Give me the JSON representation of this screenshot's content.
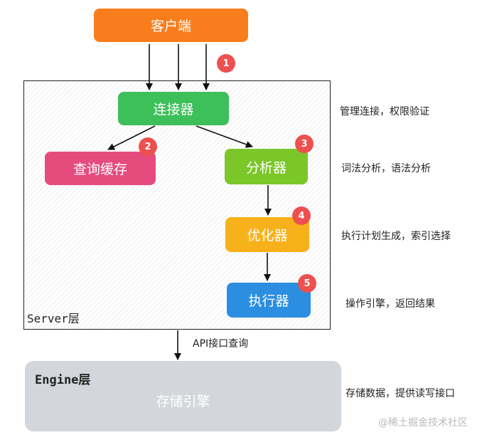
{
  "client": {
    "label": "客户端"
  },
  "server": {
    "label": "Server层",
    "connector": {
      "label": "连接器",
      "badge": "1",
      "note": "管理连接，权限验证"
    },
    "cache": {
      "label": "查询缓存",
      "badge": "2"
    },
    "analyzer": {
      "label": "分析器",
      "badge": "3",
      "note": "词法分析，语法分析"
    },
    "optimizer": {
      "label": "优化器",
      "badge": "4",
      "note": "执行计划生成，索引选择"
    },
    "executor": {
      "label": "执行器",
      "badge": "5",
      "note": "操作引擎，返回结果"
    }
  },
  "api_label": "API接口查询",
  "engine": {
    "label": "Engine层",
    "text": "存储引擎",
    "note": "存储数据，提供读写接口"
  },
  "watermark": "@稀土掘金技术社区",
  "colors": {
    "client": "#f97d1c",
    "connector": "#3dbf5a",
    "cache": "#e64b7e",
    "analyzer": "#7bc72a",
    "optimizer": "#f7b21b",
    "executor": "#2b8ee0",
    "badge": "#ee4f4f",
    "engine": "#d3d6da"
  }
}
